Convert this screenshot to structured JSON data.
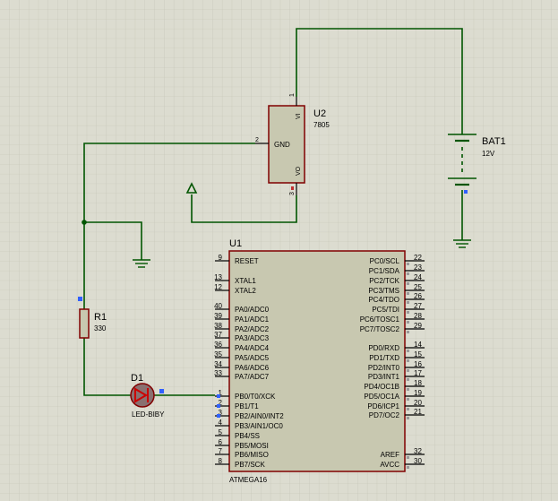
{
  "colors": {
    "background": "#dcdcd0",
    "grid_minor": "#c3c3b4",
    "grid_major": "#aaaa9a",
    "wire": "#005500",
    "body_fill": "#c8c8b0",
    "body_stroke": "#800000",
    "pin": "#000000",
    "pin_marker": "#3060ff",
    "pin_marker_red": "#c03030",
    "text": "#000000",
    "led": "#cc0000"
  },
  "u1": {
    "ref": "U1",
    "part": "ATMEGA16",
    "left_pins": [
      {
        "num": "9",
        "name": "RESET"
      },
      {
        "num": "13",
        "name": "XTAL1"
      },
      {
        "num": "12",
        "name": "XTAL2"
      },
      {
        "num": "40",
        "name": "PA0/ADC0"
      },
      {
        "num": "39",
        "name": "PA1/ADC1"
      },
      {
        "num": "38",
        "name": "PA2/ADC2"
      },
      {
        "num": "37",
        "name": "PA3/ADC3"
      },
      {
        "num": "36",
        "name": "PA4/ADC4"
      },
      {
        "num": "35",
        "name": "PA5/ADC5"
      },
      {
        "num": "34",
        "name": "PA6/ADC6"
      },
      {
        "num": "33",
        "name": "PA7/ADC7"
      },
      {
        "num": "1",
        "name": "PB0/T0/XCK"
      },
      {
        "num": "2",
        "name": "PB1/T1"
      },
      {
        "num": "3",
        "name": "PB2/AIN0/INT2"
      },
      {
        "num": "4",
        "name": "PB3/AIN1/OC0"
      },
      {
        "num": "5",
        "name": "PB4/SS"
      },
      {
        "num": "6",
        "name": "PB5/MOSI"
      },
      {
        "num": "7",
        "name": "PB6/MISO"
      },
      {
        "num": "8",
        "name": "PB7/SCK"
      }
    ],
    "right_pins": [
      {
        "num": "22",
        "name": "PC0/SCL"
      },
      {
        "num": "23",
        "name": "PC1/SDA"
      },
      {
        "num": "24",
        "name": "PC2/TCK"
      },
      {
        "num": "25",
        "name": "PC3/TMS"
      },
      {
        "num": "26",
        "name": "PC4/TDO"
      },
      {
        "num": "27",
        "name": "PC5/TDI"
      },
      {
        "num": "28",
        "name": "PC6/TOSC1"
      },
      {
        "num": "29",
        "name": "PC7/TOSC2"
      },
      {
        "num": "14",
        "name": "PD0/RXD"
      },
      {
        "num": "15",
        "name": "PD1/TXD"
      },
      {
        "num": "16",
        "name": "PD2/INT0"
      },
      {
        "num": "17",
        "name": "PD3/INT1"
      },
      {
        "num": "18",
        "name": "PD4/OC1B"
      },
      {
        "num": "19",
        "name": "PD5/OC1A"
      },
      {
        "num": "20",
        "name": "PD6/ICP1"
      },
      {
        "num": "21",
        "name": "PD7/OC2"
      },
      {
        "num": "32",
        "name": "AREF"
      },
      {
        "num": "30",
        "name": "AVCC"
      }
    ]
  },
  "u2": {
    "ref": "U2",
    "part": "7805",
    "pin_vi_num": "1",
    "pin_vi_name": "VI",
    "pin_gnd_num": "2",
    "pin_gnd_name": "GND",
    "pin_vo_num": "3",
    "pin_vo_name": "VO"
  },
  "bat1": {
    "ref": "BAT1",
    "value": "12V"
  },
  "r1": {
    "ref": "R1",
    "value": "330"
  },
  "d1": {
    "ref": "D1",
    "part": "LED-BIBY"
  }
}
